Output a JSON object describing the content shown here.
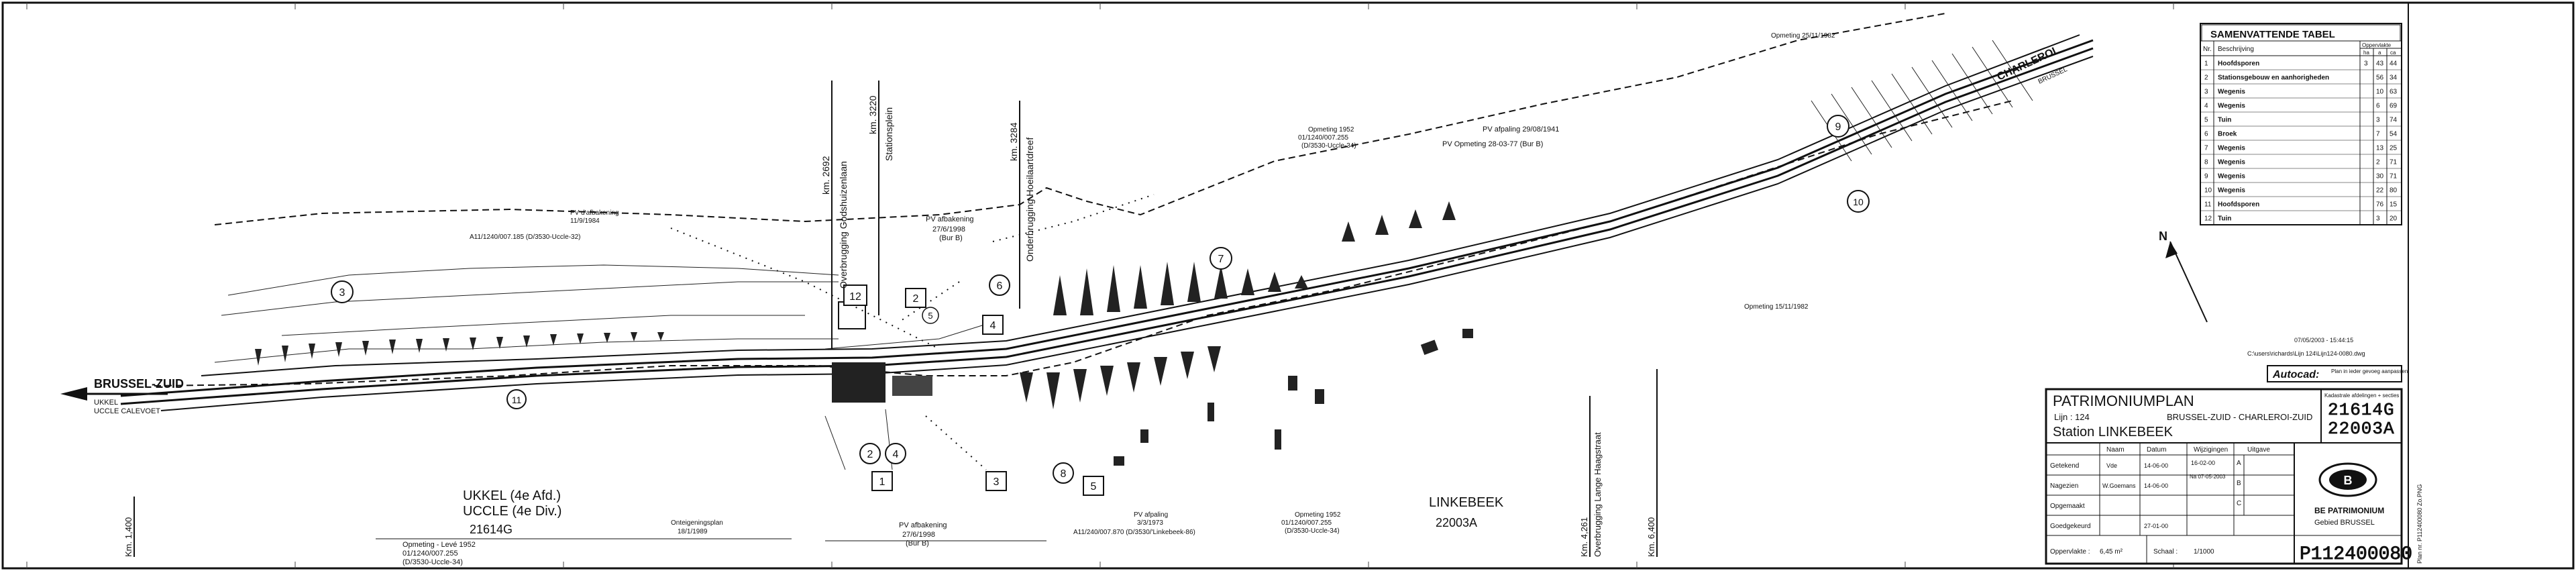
{
  "plan": {
    "left_arrow_label": "BRUSSEL-ZUID",
    "left_arrow_sub1": "UKKEL",
    "left_arrow_sub2": "UCCLE CALEVOET",
    "right_direction": "CHARLEROI",
    "right_direction_sub": "BRUSSEL",
    "district_left_line1": "UKKEL (4e Afd.)",
    "district_left_line2": "UCCLE (4e Div.)",
    "district_left_code": "21614G",
    "district_right_name": "LINKEBEEK",
    "district_right_code": "22003A",
    "north_label": "N",
    "km_labels": {
      "km_left": "Km. 1,400",
      "km_2692": "km. 2692",
      "km_3220": "km. 3220",
      "km_3284": "km. 3284",
      "km_4261": "Km. 4,261",
      "km_6400": "Km. 6,400"
    },
    "vertical_labels": {
      "overbrugging_gods": "Overbrugging Godshuizenlaan",
      "stationsplein": "Stationsplein",
      "onderbrugging": "Onderbrugging Hoeilaartdreef",
      "overbrugging_lange": "Overbrugging Lange Haagstraat"
    },
    "annotations": {
      "opmeting_left": [
        "Opmeting - Levé 1952",
        "01/1240/007.255",
        "(D/3530-Uccle-34)"
      ],
      "pv_afpaling_left": [
        "PV d'afbakening",
        "11/9/1984",
        "A11/1240/007.185 (D/3530-Uccle-32)"
      ],
      "pv_afbakening_mid": [
        "PV afbakening",
        "27/6/1998",
        "(Bur B)"
      ],
      "pv_afbakening_bottom": [
        "PV afbakening",
        "27/6/1998",
        "(Bur B)"
      ],
      "pv_afpaling_bottom": [
        "PV afpaling",
        "3/3/1973",
        "A11/240/007.870 (D/3530/'Linkebeek-86)"
      ],
      "opmeting_bottom": [
        "Opmeting 1952",
        "01/1240/007.255",
        "(D/3530-Uccle-34)"
      ],
      "opmeting_top": [
        "Opmeting 1952",
        "01/1240/007.255",
        "(D/3530-Uccle-34)"
      ],
      "pv_afpaling_top": [
        "PV afpaling 29/08/1941",
        "PV Opmeting 28-03-77 (Bur B)"
      ],
      "opmeting_far_top": "Opmeting 25/11/1982",
      "opmeting_far_mid": "Opmeting 15/11/1982",
      "ontbeginsplan": [
        "Onteigeningsplan",
        "18/1/1989"
      ]
    },
    "zone_numbers": [
      "1",
      "2",
      "3",
      "4",
      "5",
      "6",
      "7",
      "8",
      "9",
      "10",
      "11",
      "12"
    ],
    "stamp": {
      "line1": "07/05/2003 - 15:44:15",
      "line2": "C:\\users\\richards\\Lijn 124\\Lijn124-0080.dwg",
      "autocad_label": "Autocad:",
      "autocad_note": "Plan in ieder gevoeg aanpassen"
    }
  },
  "summary_table": {
    "title": "SAMENVATTENDE TABEL",
    "col_nr": "Nr.",
    "col_desc": "Beschrijving",
    "col_area": "Oppervlakte",
    "col_ha": "ha",
    "col_a": "a",
    "col_ca": "ca",
    "rows": [
      {
        "nr": "1",
        "desc": "Hoofdsporen",
        "ha": "3",
        "a": "43",
        "ca": "44"
      },
      {
        "nr": "2",
        "desc": "Stationsgebouw en aanhorigheden",
        "ha": "",
        "a": "56",
        "ca": "34"
      },
      {
        "nr": "3",
        "desc": "Wegenis",
        "ha": "",
        "a": "10",
        "ca": "63"
      },
      {
        "nr": "4",
        "desc": "Wegenis",
        "ha": "",
        "a": "6",
        "ca": "69"
      },
      {
        "nr": "5",
        "desc": "Tuin",
        "ha": "",
        "a": "3",
        "ca": "74"
      },
      {
        "nr": "6",
        "desc": "Broek",
        "ha": "",
        "a": "7",
        "ca": "54"
      },
      {
        "nr": "7",
        "desc": "Wegenis",
        "ha": "",
        "a": "13",
        "ca": "25"
      },
      {
        "nr": "8",
        "desc": "Wegenis",
        "ha": "",
        "a": "2",
        "ca": "71"
      },
      {
        "nr": "9",
        "desc": "Wegenis",
        "ha": "",
        "a": "30",
        "ca": "71"
      },
      {
        "nr": "10",
        "desc": "Wegenis",
        "ha": "",
        "a": "22",
        "ca": "80"
      },
      {
        "nr": "11",
        "desc": "Hoofdsporen",
        "ha": "",
        "a": "76",
        "ca": "15"
      },
      {
        "nr": "12",
        "desc": "Tuin",
        "ha": "",
        "a": "3",
        "ca": "20"
      }
    ]
  },
  "title_block": {
    "plan_title": "PATRIMONIUMPLAN",
    "lijn_label": "Lijn : 124",
    "route": "BRUSSEL-ZUID - CHARLEROI-ZUID",
    "station": "Station LINKEBEEK",
    "cadastral_label": "Kadastrale afdelingen + secties",
    "cadastral_code1": "21614G",
    "cadastral_code2": "22003A",
    "hdr_naam": "Naam",
    "hdr_datum": "Datum",
    "hdr_wijzigingen": "Wijzigingen",
    "hdr_uitgave": "Uitgave",
    "row1_label": "Getekend",
    "row1_name": "Vde",
    "row1_date": "14-06-00",
    "row1_mod": "16-02-00",
    "row2_label": "Nagezien",
    "row2_name": "W.Goemans",
    "row2_date": "14-06-00",
    "row2_mod": "Na 07-05-2003",
    "row3_label": "Opgemaakt",
    "row4_label": "Goedgekeurd",
    "row4_date": "27-01-00",
    "rev_a": "A",
    "rev_b": "B",
    "rev_c": "C",
    "surface_label": "Oppervlakte :",
    "surface_value": "6,45 m²",
    "scale_label": "Schaal :",
    "scale_value": "1/1000",
    "company_line1": "BE PATRIMONIUM",
    "company_line2": "Gebied BRUSSEL",
    "logo_letter": "B",
    "plan_number": "P112400080"
  },
  "margin_note": "Plan nr. P112400080 Zo.PNG"
}
